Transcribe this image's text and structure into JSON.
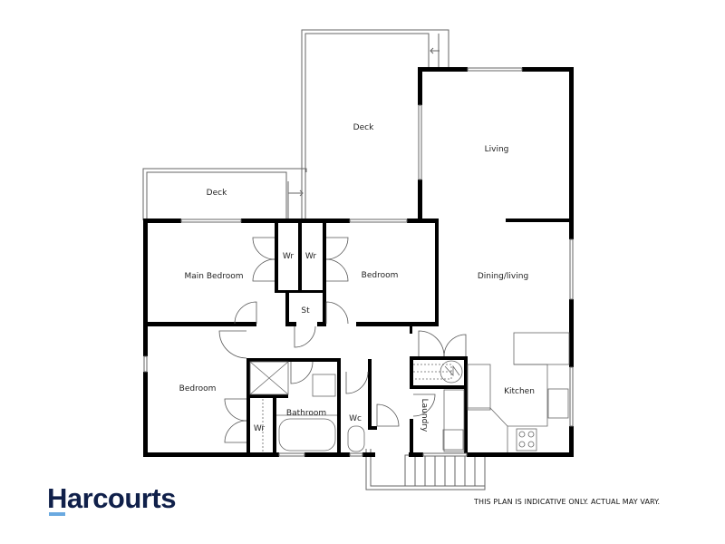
{
  "brand": {
    "name": "Harcourts",
    "color": "#10204a",
    "accent": "#6aa9e0"
  },
  "disclaimer": "THIS PLAN IS INDICATIVE ONLY. ACTUAL MAY VARY.",
  "rooms": {
    "deck_upper": "Deck",
    "deck_lower": "Deck",
    "living": "Living",
    "main_bedroom": "Main Bedroom",
    "wr1": "Wr",
    "wr2": "Wr",
    "bedroom_2": "Bedroom",
    "dining": "Dining/living",
    "st": "St",
    "bedroom_3": "Bedroom",
    "wr3": "Wr",
    "bathroom": "Bathroom",
    "wc": "Wc",
    "laundry": "Laundry",
    "kitchen": "Kitchen"
  },
  "colors": {
    "wall": "#000000",
    "line": "#555555"
  }
}
